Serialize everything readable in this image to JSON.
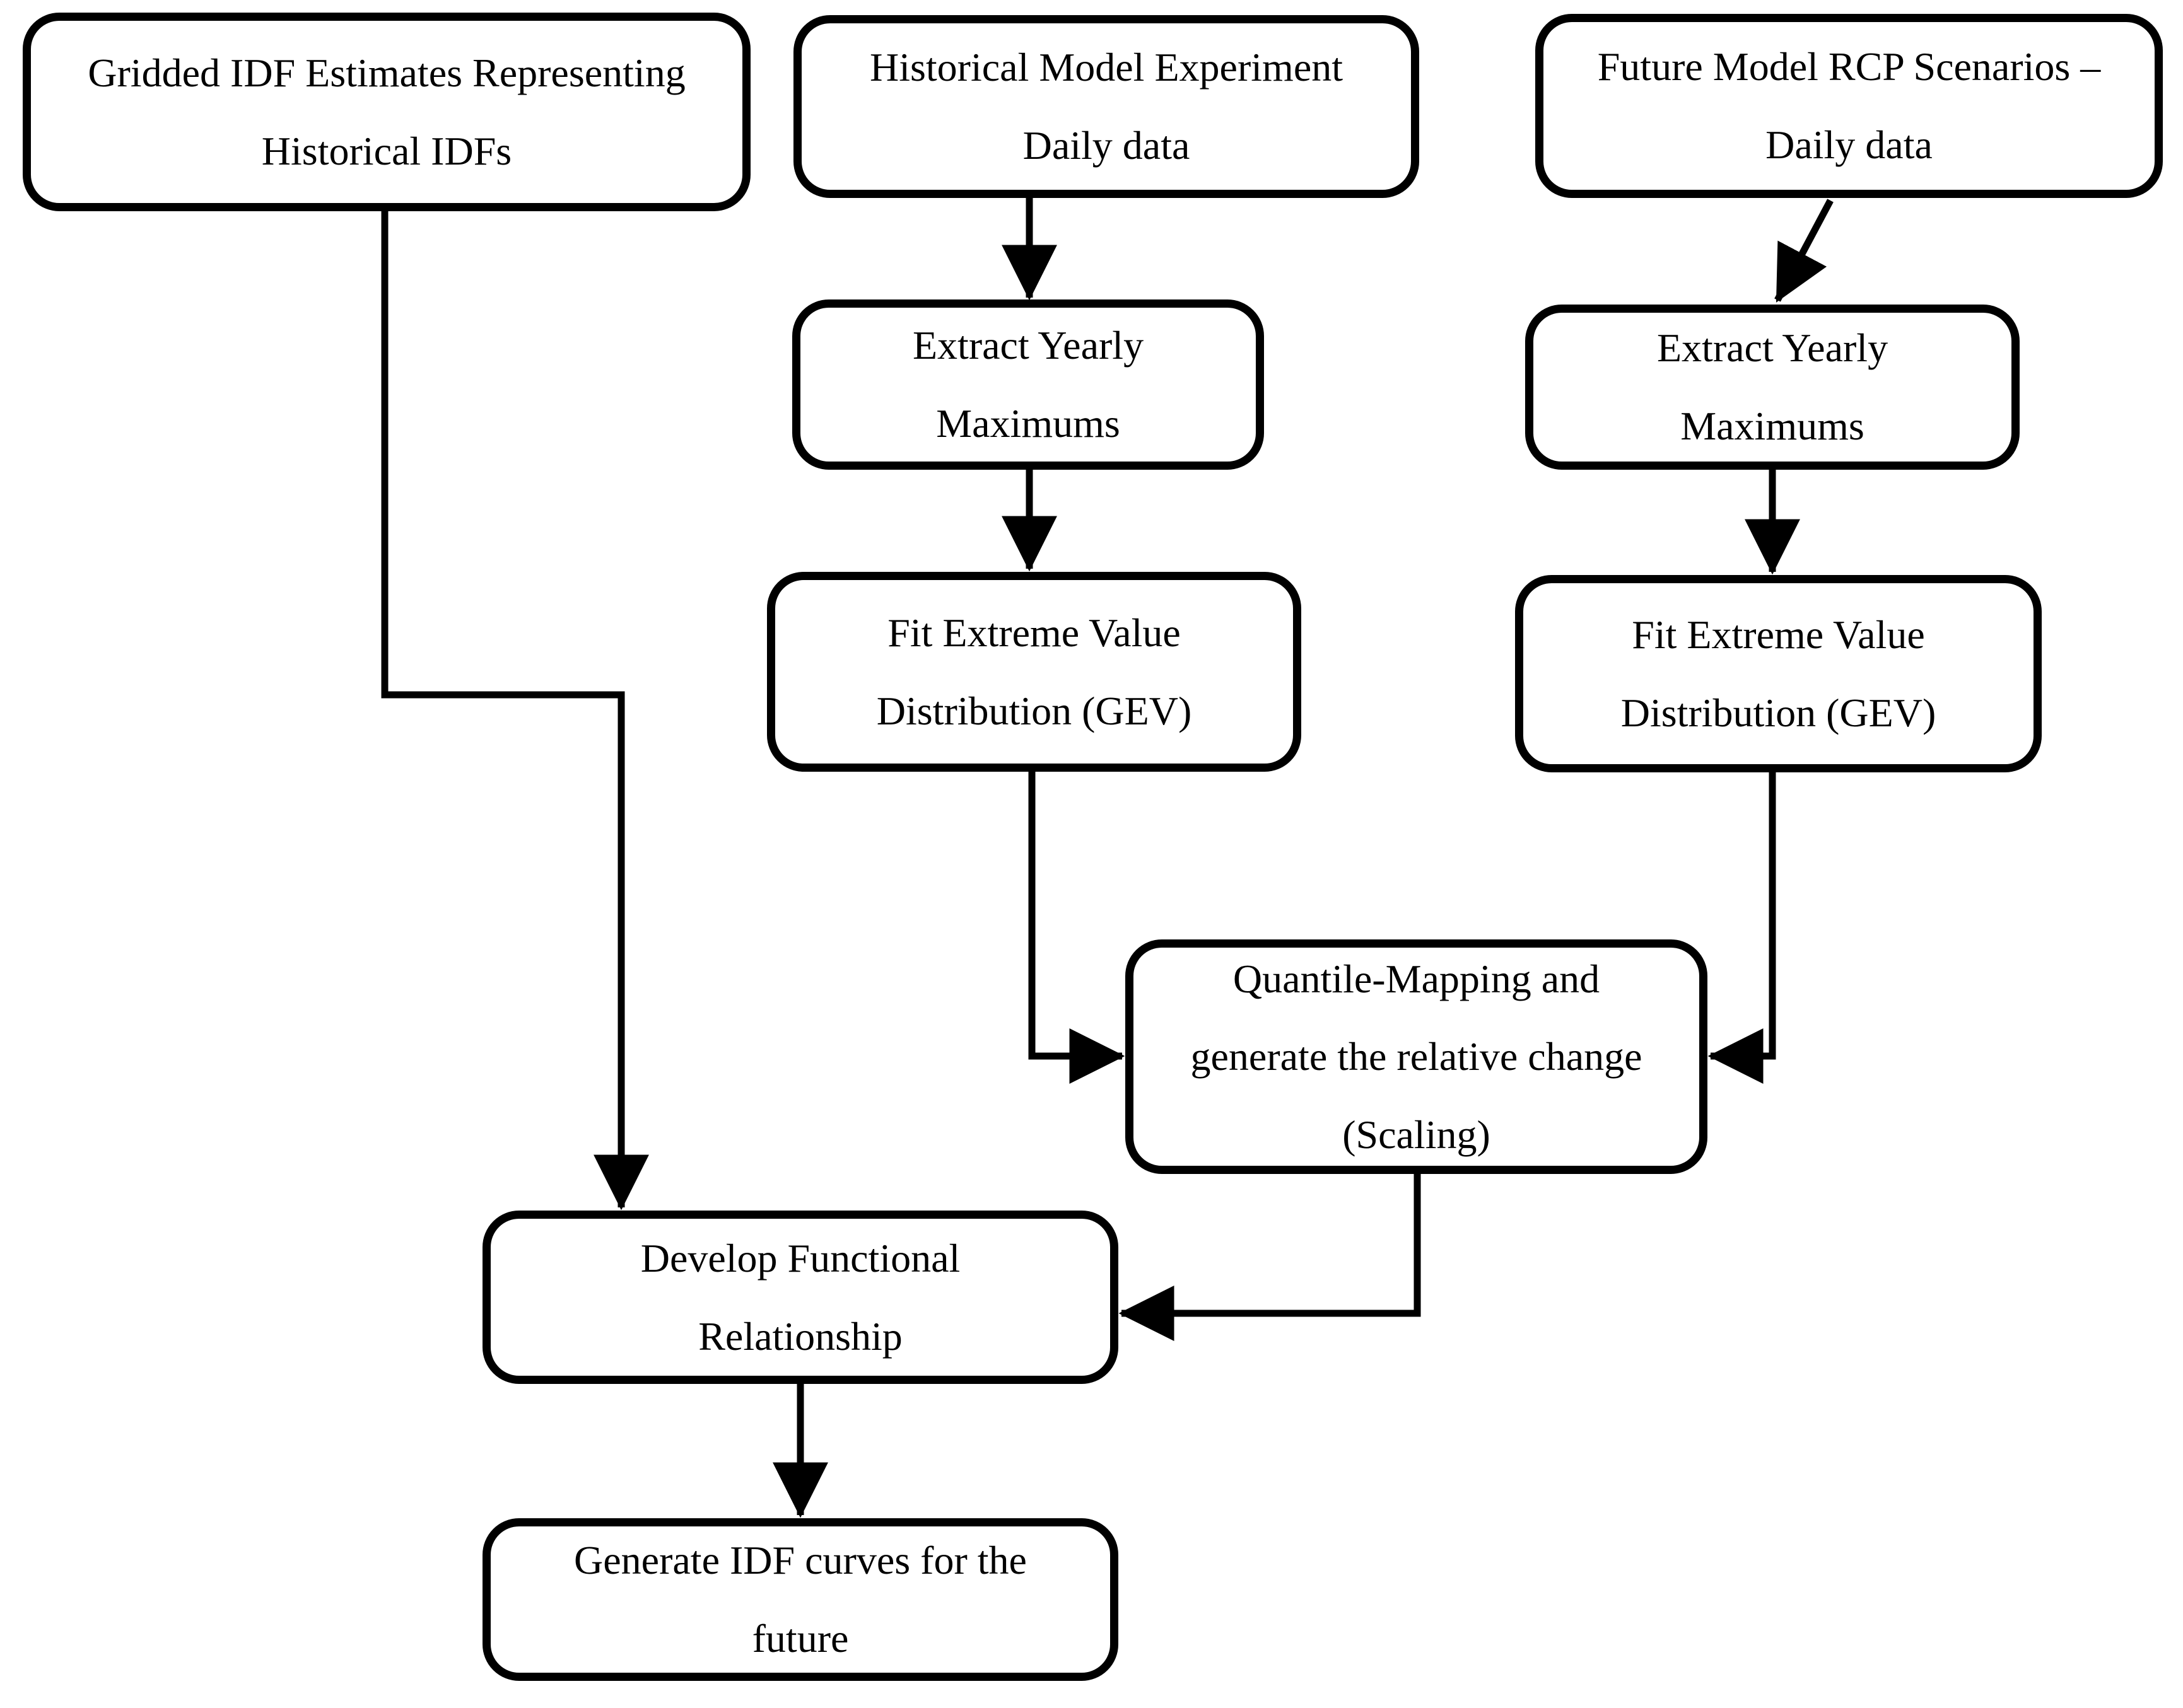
{
  "figure": {
    "type": "flowchart",
    "background_color": "#ffffff",
    "line_color": "#000000",
    "box_fill_color": "#ffffff",
    "box_border_color": "#000000"
  },
  "nodes": {
    "gridded_idf": {
      "lines": [
        "Gridded IDF Estimates Representing",
        "Historical IDFs"
      ]
    },
    "historical_model": {
      "lines": [
        "Historical Model Experiment",
        "Daily data"
      ]
    },
    "future_model": {
      "lines": [
        "Future Model RCP Scenarios –",
        "Daily data"
      ]
    },
    "extract_yearly_hist": {
      "lines": [
        "Extract Yearly",
        "Maximums"
      ]
    },
    "extract_yearly_future": {
      "lines": [
        "Extract Yearly",
        "Maximums"
      ]
    },
    "fit_gev_hist": {
      "lines": [
        "Fit Extreme Value",
        "Distribution (GEV)"
      ]
    },
    "fit_gev_future": {
      "lines": [
        "Fit Extreme Value",
        "Distribution (GEV)"
      ]
    },
    "quantile_mapping": {
      "lines": [
        "Quantile-Mapping and",
        "generate the relative change",
        "(Scaling)"
      ]
    },
    "develop_functional": {
      "lines": [
        "Develop Functional",
        "Relationship"
      ]
    },
    "generate_idf": {
      "lines": [
        "Generate IDF curves for the",
        "future"
      ]
    }
  }
}
